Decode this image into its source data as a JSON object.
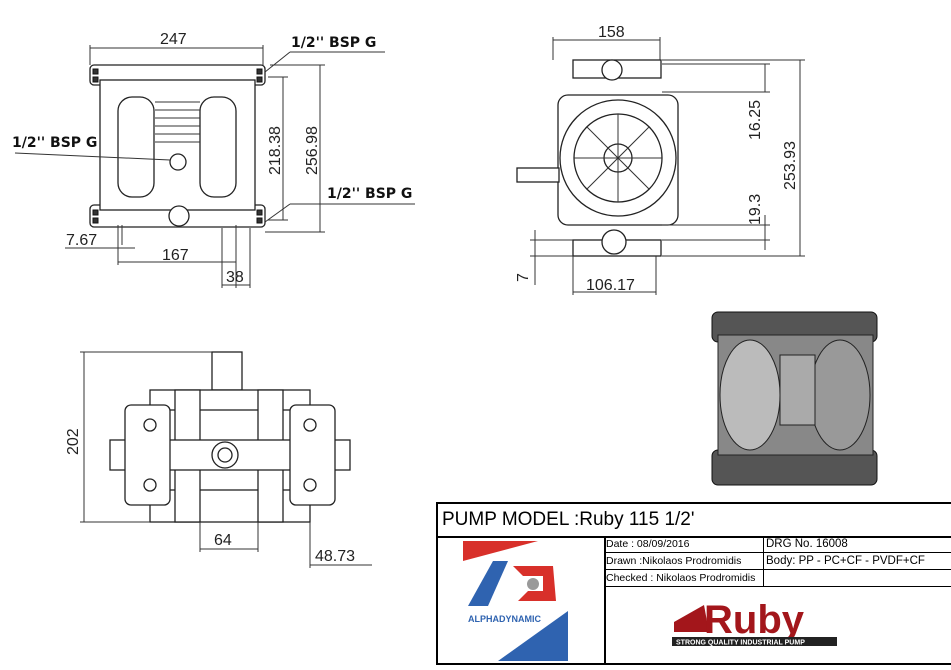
{
  "front_view": {
    "width_total": "247",
    "port_top": "1/2'' BSP G",
    "port_air": "1/2'' BSP G",
    "port_bottom": "1/2'' BSP G",
    "height_inner": "218.38",
    "height_total": "256.98",
    "offset": "7.67",
    "port_spacing": "167",
    "port_offset": "38"
  },
  "side_view": {
    "width": "158",
    "top_offset": "16.25",
    "height": "253.93",
    "bottom_offset": "19.3",
    "base": "7",
    "foot_width": "106.17"
  },
  "bottom_view": {
    "depth": "202",
    "center": "64",
    "offset": "48.73"
  },
  "title_block": {
    "title": "PUMP MODEL :Ruby 115  1/2'",
    "date": "Date : 08/09/2016",
    "drawn": "Drawn :Nikolaos Prodromidis",
    "checked": "Checked : Nikolaos Prodromidis",
    "drg_no": "DRG No. 16008",
    "body": "Body: PP - PC+CF - PVDF+CF",
    "body2": "",
    "logo_left": "ALPHADYNAMIC",
    "logo_right": "Ruby",
    "logo_right_tagline": "STRONG QUALITY INDUSTRIAL PUMP"
  },
  "colors": {
    "alpha_red": "#d8302a",
    "alpha_blue": "#2f63b0",
    "ruby_red": "#a3161b"
  }
}
